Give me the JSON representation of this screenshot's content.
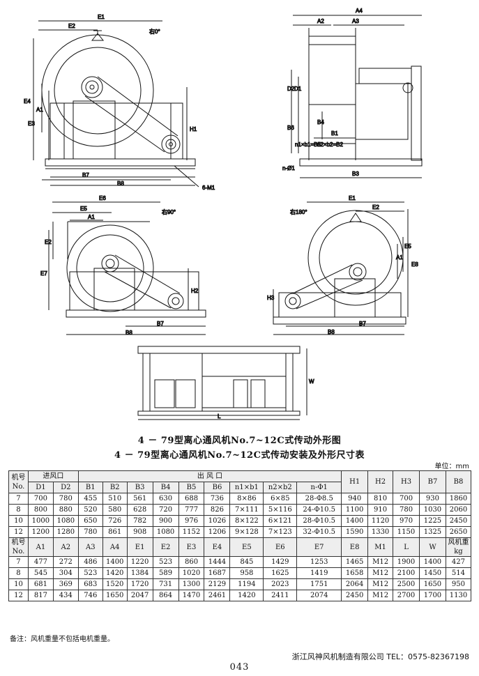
{
  "drawing": {
    "view_labels": {
      "front_0": "右0°",
      "front_90": "右90°",
      "front_180": "右180°"
    },
    "dims_front0": [
      "E1",
      "E2",
      "E4",
      "A1",
      "E3",
      "H1",
      "B7",
      "B8",
      "6-M1"
    ],
    "dims_side": [
      "A4",
      "A2",
      "A3",
      "D2",
      "D1",
      "B6",
      "B4",
      "n1×b1=B5",
      "B1",
      "n2×b2=B2",
      "B3",
      "n-Ø1"
    ],
    "dims_90": [
      "E6",
      "E5",
      "A1",
      "E2",
      "E7",
      "H2",
      "B7",
      "B8"
    ],
    "dims_180": [
      "E1",
      "E2",
      "E5",
      "A1",
      "E8",
      "H3",
      "B7",
      "B8"
    ],
    "dims_base": [
      "W",
      "L"
    ]
  },
  "title1": "4 － 79型离心通风机No.7~12C式传动外形图",
  "title2": "4 － 79型离心通风机No.7~12C式传动安装及外形尺寸表",
  "unit": "单位：mm",
  "table": {
    "h_no": "机号 No.",
    "h_inlet": "进风口",
    "h_outlet": "出 风 口",
    "cols1": [
      "D1",
      "D2",
      "B1",
      "B2",
      "B3",
      "B4",
      "B5",
      "B6",
      "n1×b1",
      "n2×b2",
      "n-Φ1",
      "H1",
      "H2",
      "H3",
      "B7",
      "B8"
    ],
    "rows1": [
      [
        "7",
        "700",
        "780",
        "455",
        "510",
        "561",
        "630",
        "688",
        "736",
        "8×86",
        "6×85",
        "28-Φ8.5",
        "940",
        "810",
        "700",
        "930",
        "1860"
      ],
      [
        "8",
        "800",
        "880",
        "520",
        "580",
        "628",
        "720",
        "777",
        "826",
        "7×111",
        "5×116",
        "24-Φ10.5",
        "1100",
        "910",
        "780",
        "1030",
        "2060"
      ],
      [
        "10",
        "1000",
        "1080",
        "650",
        "726",
        "782",
        "900",
        "976",
        "1026",
        "8×122",
        "6×121",
        "28-Φ10.5",
        "1400",
        "1120",
        "970",
        "1225",
        "2450"
      ],
      [
        "12",
        "1200",
        "1280",
        "780",
        "861",
        "908",
        "1080",
        "1152",
        "1206",
        "9×128",
        "7×123",
        "32-Φ10.5",
        "1590",
        "1330",
        "1150",
        "1325",
        "2650"
      ]
    ],
    "h_no2": "机号 No.",
    "cols2": [
      "A1",
      "A2",
      "A3",
      "A4",
      "E1",
      "E2",
      "E3",
      "E4",
      "E5",
      "E6",
      "E7",
      "E8",
      "M1",
      "L",
      "W",
      "风机重 kg"
    ],
    "rows2": [
      [
        "7",
        "477",
        "272",
        "486",
        "1400",
        "1220",
        "523",
        "860",
        "1444",
        "845",
        "1429",
        "1253",
        "1465",
        "M12",
        "1900",
        "1400",
        "427"
      ],
      [
        "8",
        "545",
        "304",
        "523",
        "1420",
        "1384",
        "589",
        "1020",
        "1687",
        "958",
        "1625",
        "1419",
        "1658",
        "M12",
        "2100",
        "1450",
        "514"
      ],
      [
        "10",
        "681",
        "369",
        "683",
        "1520",
        "1720",
        "731",
        "1300",
        "2129",
        "1194",
        "2023",
        "1751",
        "2064",
        "M12",
        "2500",
        "1650",
        "950"
      ],
      [
        "12",
        "817",
        "434",
        "746",
        "1650",
        "2047",
        "864",
        "1470",
        "2461",
        "1420",
        "2411",
        "2074",
        "2450",
        "M12",
        "2700",
        "1700",
        "1130"
      ]
    ]
  },
  "note": "备注：风机重量不包括电机重量。",
  "company": "浙江风神风机制造有限公司  TEL：0575-82367198",
  "page_number": "043"
}
